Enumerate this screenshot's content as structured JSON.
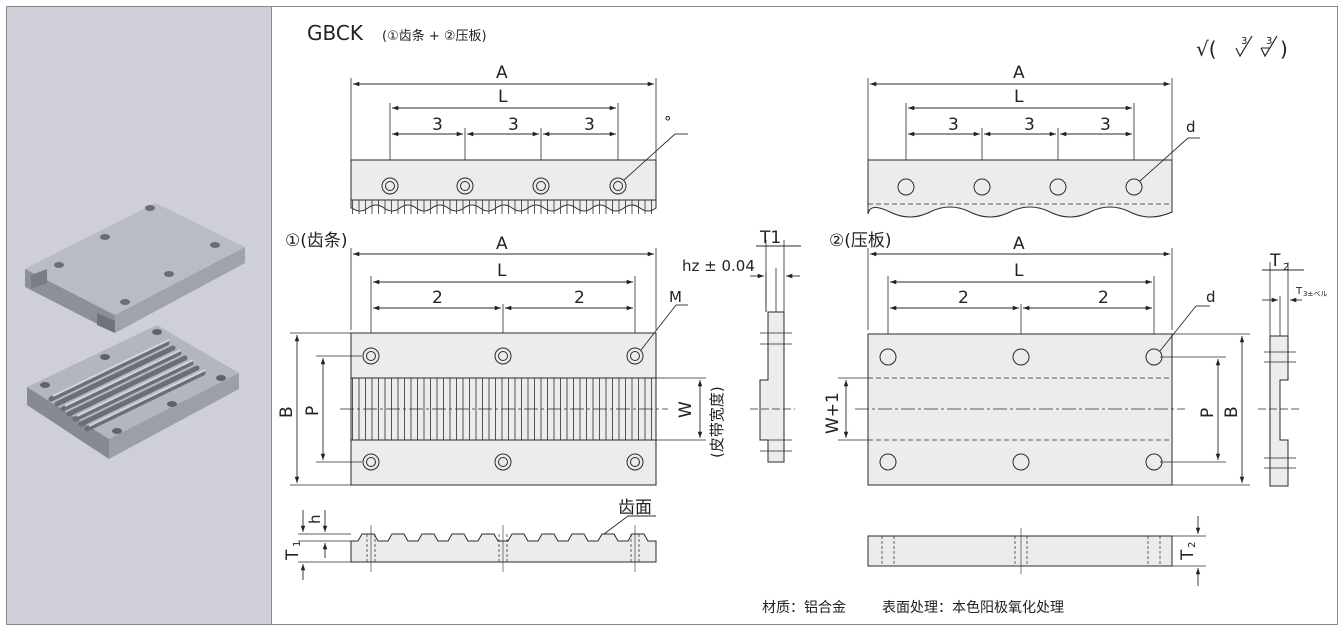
{
  "title": {
    "model": "GBCK",
    "parts": "(①齿条 + ②压板)"
  },
  "surface_symbol": {
    "left": "√(",
    "value1": "3",
    "value2": "3",
    "right": ")"
  },
  "views": {
    "rack_top": {
      "dim_A": "A",
      "dim_L": "L",
      "pitch_labels": [
        "3",
        "3",
        "3"
      ],
      "callout": "°"
    },
    "plate_top": {
      "dim_A": "A",
      "dim_L": "L",
      "pitch_labels": [
        "3",
        "3",
        "3"
      ],
      "callout": "d"
    },
    "rack": {
      "label": "①(齿条)",
      "dim_A": "A",
      "dim_L": "L",
      "pitch_labels": [
        "2",
        "2"
      ],
      "callout": "M",
      "dim_B": "B",
      "dim_P": "P",
      "dim_W": "W",
      "belt_width_note": "(皮带宽度)",
      "side_T1": "T1",
      "side_hz": "hz ± 0.04",
      "front_h": "h",
      "front_T1_main": "T",
      "front_T1_sub": "1",
      "tooth_face": "齿面"
    },
    "plate": {
      "label": "②(压板)",
      "dim_A": "A",
      "dim_L": "L",
      "pitch_labels": [
        "2",
        "2"
      ],
      "callout": "d",
      "dim_W1": "W+1",
      "dim_P": "P",
      "dim_B": "B",
      "side_T2_main": "T",
      "side_T2_sub": "2",
      "side_T3_main": "T",
      "side_T3_sub": "3±ベル",
      "front_T2_main": "T",
      "front_T2_sub": "2"
    }
  },
  "notes": {
    "material": "材质：铝合金",
    "surface": "表面处理：本色阳极氧化处理"
  },
  "colors": {
    "part_fill": "#ececec",
    "line": "#2a2a2a",
    "panel_bg": "#cfcfda"
  }
}
